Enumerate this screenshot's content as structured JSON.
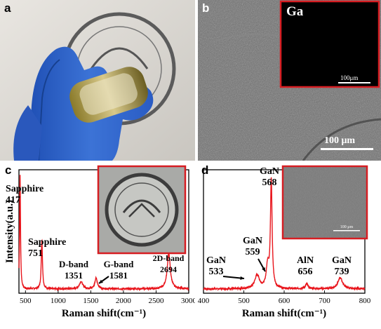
{
  "panels": {
    "a": {
      "letter": "a"
    },
    "b": {
      "letter": "b",
      "inset_label": "Ga",
      "inset_scale": "100μm",
      "main_scale": "100 μm"
    },
    "c": {
      "letter": "c"
    },
    "d": {
      "letter": "d",
      "inset_scale": "100 μm"
    }
  },
  "colors": {
    "spectrum": "#e8141b",
    "inset_border": "#d61d22",
    "glove": "#2f62c9",
    "sem": "#6e6e6e"
  },
  "chart_data": [
    {
      "type": "line",
      "panel": "c",
      "xlabel": "Raman shift(cm⁻¹)",
      "ylabel": "Intensity(a.u.)",
      "xlim": [
        400,
        3000
      ],
      "xticks": [
        500,
        1000,
        1500,
        2000,
        2500,
        3000
      ],
      "peaks": [
        {
          "x": 417,
          "h": 0.93,
          "w": 8
        },
        {
          "x": 751,
          "h": 0.4,
          "w": 11
        },
        {
          "x": 1351,
          "h": 0.06,
          "w": 30
        },
        {
          "x": 1581,
          "h": 0.09,
          "w": 22
        },
        {
          "x": 2694,
          "h": 0.29,
          "w": 28
        }
      ],
      "baseline": 0.035,
      "annotations": [
        {
          "lines": [
            "Sapphire",
            "417"
          ]
        },
        {
          "lines": [
            "Sapphire",
            "751"
          ]
        },
        {
          "lines": [
            "D-band",
            "1351"
          ]
        },
        {
          "lines": [
            "G-band",
            "1581"
          ]
        },
        {
          "lines": [
            "2D-band",
            "2694"
          ]
        }
      ]
    },
    {
      "type": "line",
      "panel": "d",
      "xlabel": "Raman shift(cm⁻¹)",
      "ylabel": "Intensity(a.u.)",
      "xlim": [
        400,
        800
      ],
      "xticks": [
        400,
        500,
        600,
        700,
        800
      ],
      "peaks": [
        {
          "x": 533,
          "h": 0.11,
          "w": 7
        },
        {
          "x": 559,
          "h": 0.18,
          "w": 4
        },
        {
          "x": 568,
          "h": 0.87,
          "w": 2.5
        },
        {
          "x": 656,
          "h": 0.04,
          "w": 4
        },
        {
          "x": 739,
          "h": 0.09,
          "w": 7
        }
      ],
      "baseline": 0.035,
      "annotations": [
        {
          "lines": [
            "GaN",
            "568"
          ]
        },
        {
          "lines": [
            "GaN",
            "559"
          ]
        },
        {
          "lines": [
            "GaN",
            "533"
          ]
        },
        {
          "lines": [
            "AlN",
            "656"
          ]
        },
        {
          "lines": [
            "GaN",
            "739"
          ]
        }
      ]
    }
  ]
}
